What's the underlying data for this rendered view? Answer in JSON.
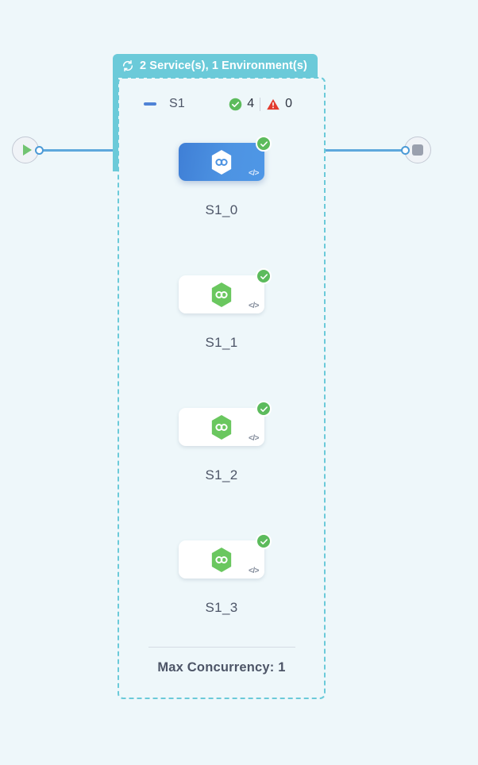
{
  "canvas": {
    "background_color": "#eef7fa"
  },
  "start_node": {
    "icon": "play-icon",
    "port": "output-port"
  },
  "end_node": {
    "icon": "stop-icon",
    "port": "input-port"
  },
  "group": {
    "header_label": "2 Service(s), 1 Environment(s)",
    "header_icon": "sync-icon",
    "header_color": "#6bcad9",
    "collapse_icon": "minus-icon",
    "name": "S1",
    "status": {
      "success_icon": "check-circle-icon",
      "success_count": "4",
      "error_icon": "warning-triangle-icon",
      "error_count": "0",
      "success_color": "#5cbb5c",
      "error_color": "#e23b2e"
    },
    "footer_label": "Max Concurrency: 1"
  },
  "nodes": [
    {
      "label": "S1_0",
      "selected": true,
      "icon": "hexagon-infinity-icon",
      "status_badge": "check-circle-icon",
      "code_badge": "code-icon",
      "code_text": "</>",
      "accent_color": "#4d93e2"
    },
    {
      "label": "S1_1",
      "selected": false,
      "icon": "hexagon-infinity-icon",
      "status_badge": "check-circle-icon",
      "code_badge": "code-icon",
      "code_text": "</>",
      "accent_color": "#6ac75f"
    },
    {
      "label": "S1_2",
      "selected": false,
      "icon": "hexagon-infinity-icon",
      "status_badge": "check-circle-icon",
      "code_badge": "code-icon",
      "code_text": "</>",
      "accent_color": "#6ac75f"
    },
    {
      "label": "S1_3",
      "selected": false,
      "icon": "hexagon-infinity-icon",
      "status_badge": "check-circle-icon",
      "code_badge": "code-icon",
      "code_text": "</>",
      "accent_color": "#6ac75f"
    }
  ]
}
